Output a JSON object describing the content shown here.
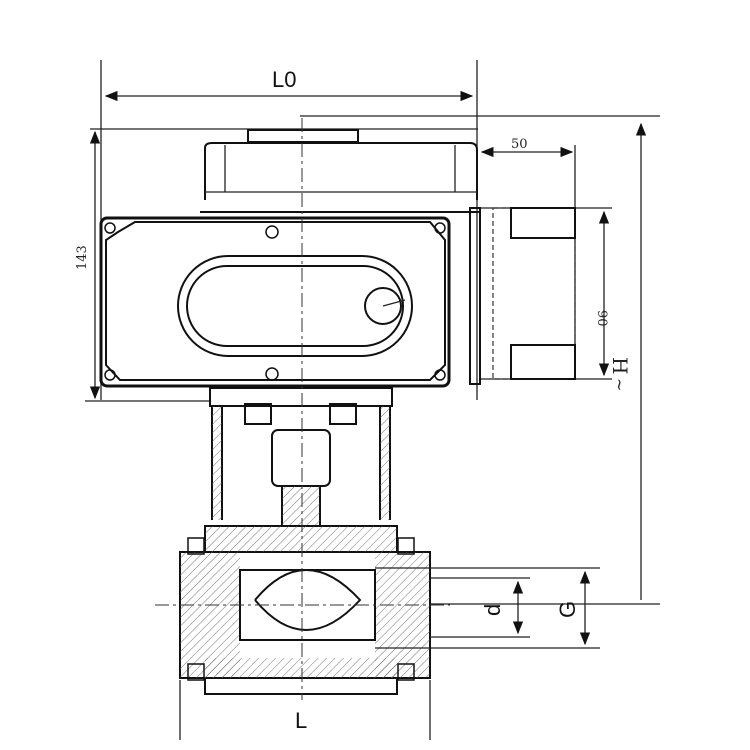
{
  "dimensions": {
    "overall_length": "L0",
    "side_offset": "50",
    "height_actuator": "143",
    "side_height": "90",
    "total_height": "H",
    "total_height_approx": "~",
    "bore": "d",
    "thread": "G",
    "body_length": "L"
  }
}
